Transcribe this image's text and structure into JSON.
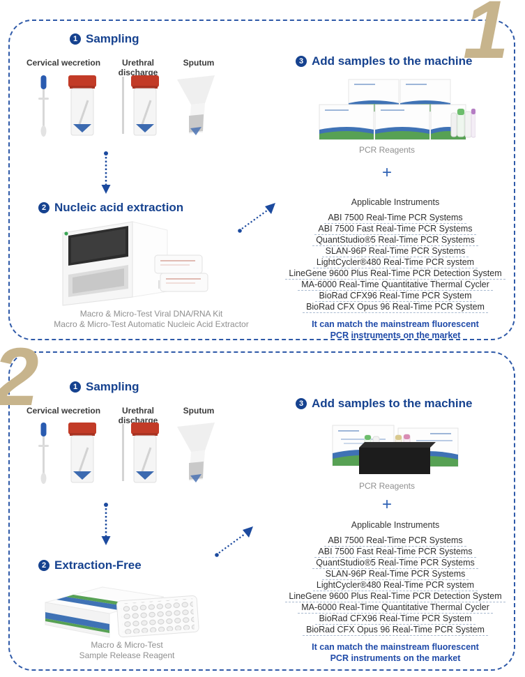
{
  "colors": {
    "accent_blue": "#16428f",
    "border_blue": "#2e59a8",
    "arrow_blue": "#1c4a9e",
    "numeral_tan": "#c7b48c",
    "caption_gray": "#8f8f8f"
  },
  "sample_types": [
    "Cervical wecretion",
    "Urethral discharge",
    "Sputum"
  ],
  "instruments": {
    "title": "Applicable Instruments",
    "items": [
      "ABI 7500 Real-Time PCR Systems",
      "ABI 7500 Fast Real-Time PCR Systems",
      "QuantStudio®5 Real-Time PCR Systems",
      "SLAN-96P Real-Time PCR Systems",
      "LightCycler®480 Real-Time PCR system",
      "LineGene 9600 Plus Real-Time PCR Detection System",
      "MA-6000 Real-Time Quantitative Thermal Cycler",
      "BioRad CFX96 Real-Time PCR System",
      "BioRad CFX Opus 96 Real-Time PCR System"
    ],
    "note_line1": "It can match the mainstream fluorescent",
    "note_line2": "PCR instruments on the market"
  },
  "panels": [
    {
      "big_number": "1",
      "step1": {
        "number": "1",
        "title": "Sampling"
      },
      "step2": {
        "number": "2",
        "title": "Nucleic acid extraction",
        "caption_line1": "Macro & Micro-Test Viral DNA/RNA Kit",
        "caption_line2": "Macro & Micro-Test Automatic Nucleic Acid Extractor"
      },
      "step3": {
        "number": "3",
        "title": "Add samples to the machine",
        "caption": "PCR Reagents",
        "plus": "+"
      }
    },
    {
      "big_number": "2",
      "step1": {
        "number": "1",
        "title": "Sampling"
      },
      "step2": {
        "number": "2",
        "title": "Extraction-Free",
        "caption_line1": "Macro & Micro-Test",
        "caption_line2": "Sample Release Reagent"
      },
      "step3": {
        "number": "3",
        "title": "Add samples to the machine",
        "caption": "PCR Reagents",
        "plus": "+"
      }
    }
  ]
}
